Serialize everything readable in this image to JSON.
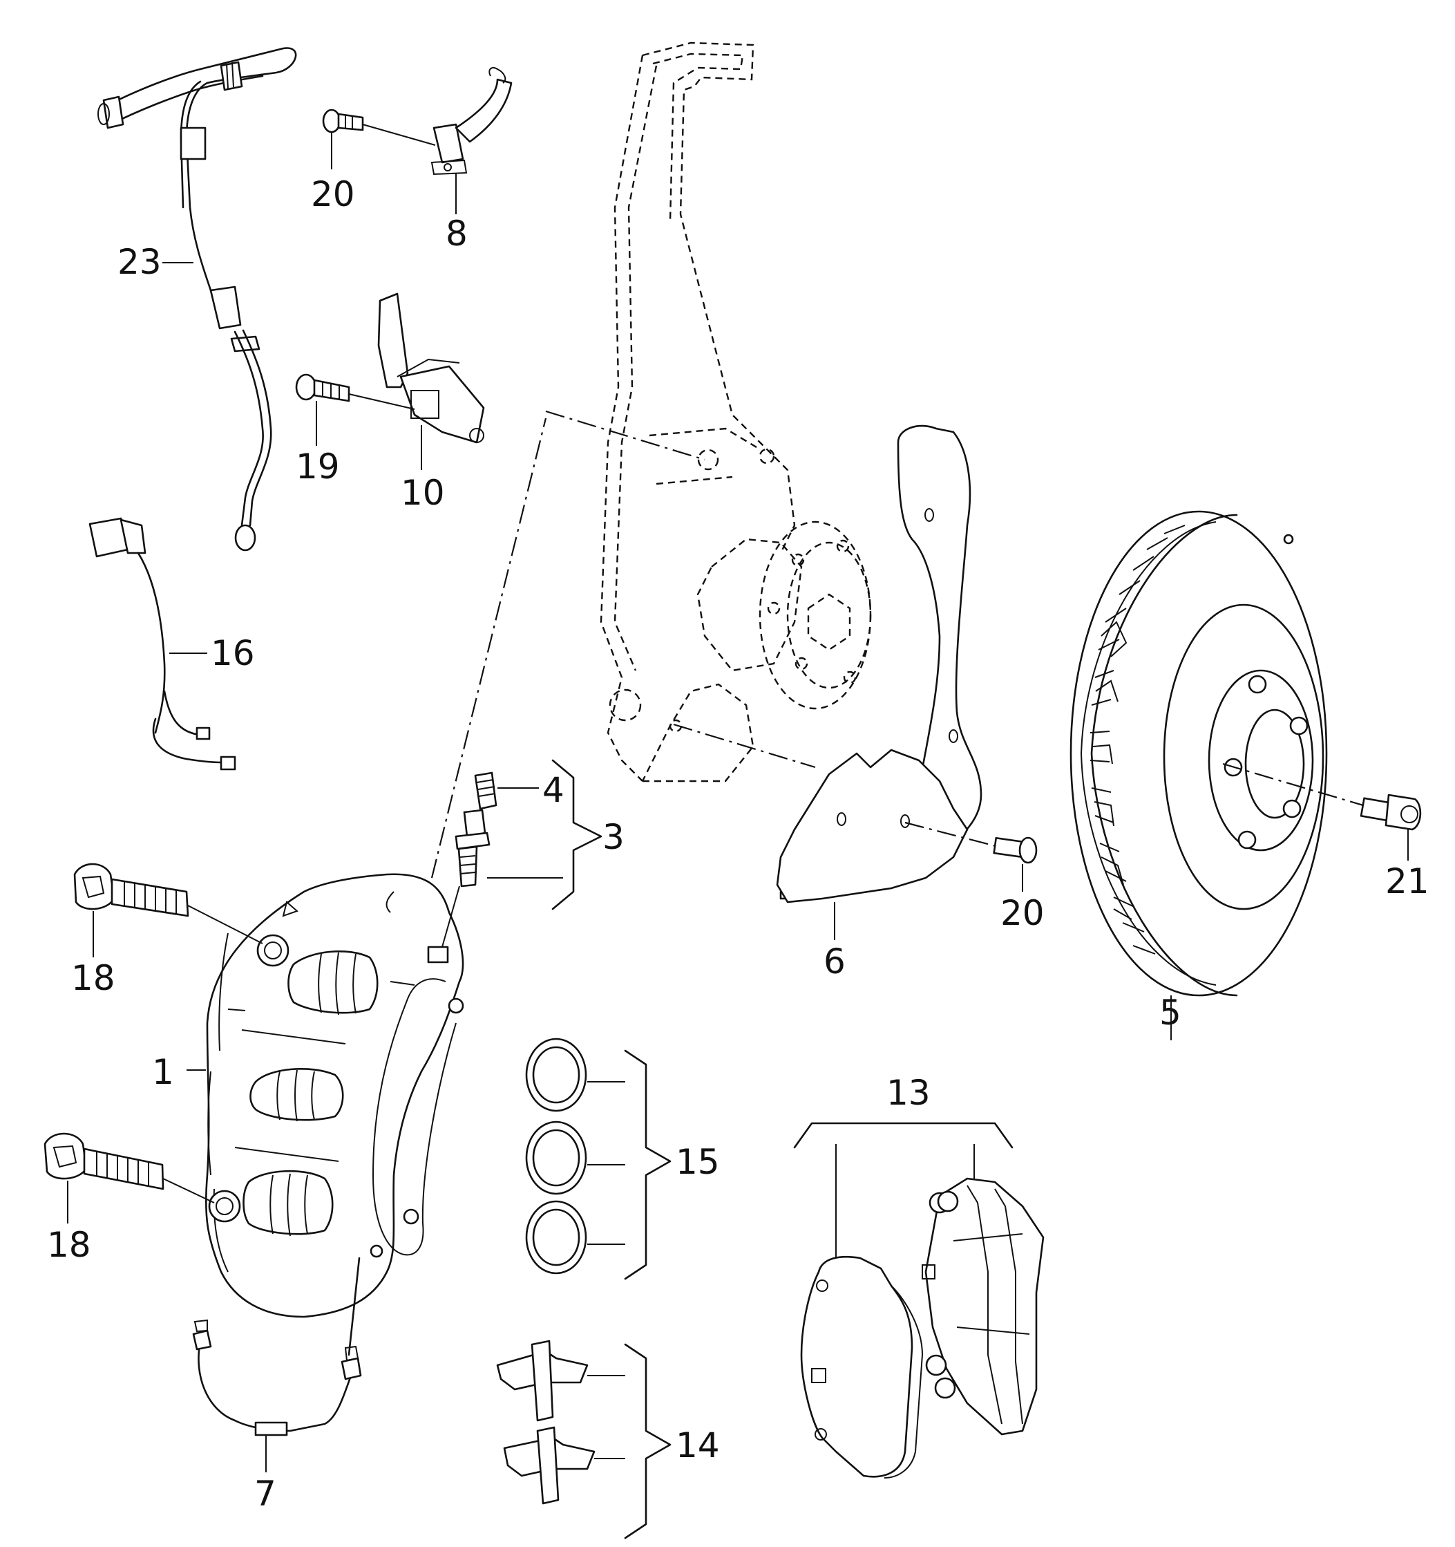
{
  "callouts": {
    "c1": "1",
    "c3": "3",
    "c4": "4",
    "c5": "5",
    "c6": "6",
    "c7": "7",
    "c8": "8",
    "c10": "10",
    "c13": "13",
    "c14": "14",
    "c15": "15",
    "c16": "16",
    "c18a": "18",
    "c18b": "18",
    "c19": "19",
    "c20a": "20",
    "c20b": "20",
    "c21": "21",
    "c23": "23"
  },
  "colors": {
    "ink": "#111111",
    "paper": "#ffffff"
  }
}
